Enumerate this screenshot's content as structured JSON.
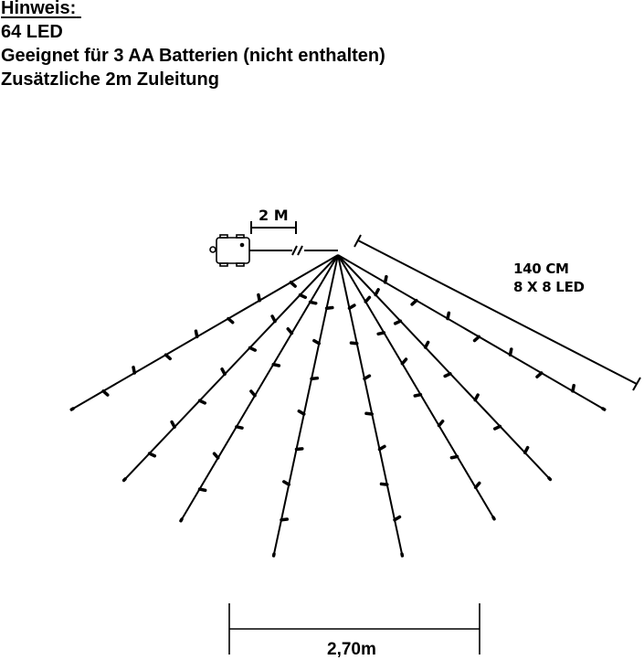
{
  "notes": {
    "title": "Hinweis:",
    "lines": [
      "64 LED",
      "Geeignet für 3 AA Batterien (nicht enthalten)",
      "Zusätzliche 2m Zuleitung"
    ]
  },
  "diagram": {
    "lead_cable_label": "2 M",
    "strand_length_label": "140 CM",
    "led_config_label": "8 X 8 LED",
    "total_width_label": "2,70m",
    "strand_count": 8,
    "leds_per_strand": 8,
    "line_color": "#000000",
    "background_color": "#ffffff"
  }
}
